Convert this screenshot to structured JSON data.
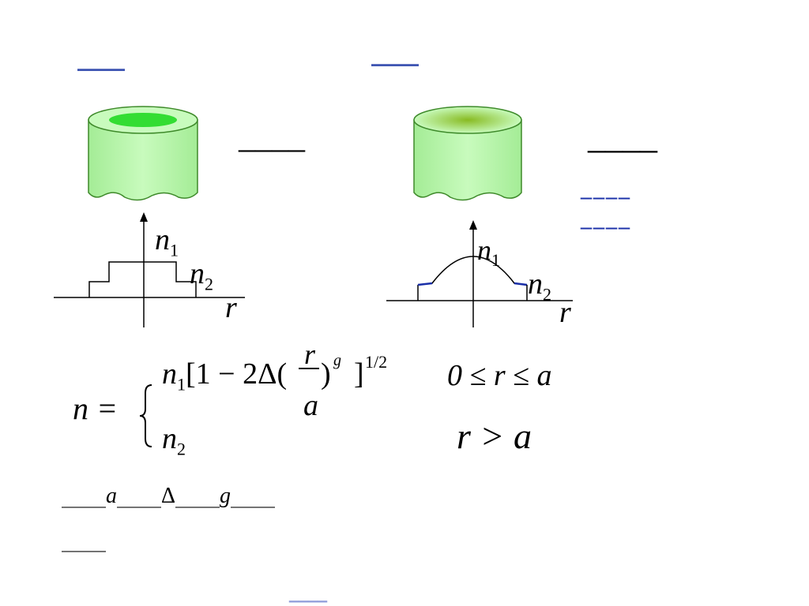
{
  "headings": {
    "step_index": "____",
    "graded_index": "____"
  },
  "step": {
    "g_label": "____",
    "n1": "n",
    "n1_sub": "1",
    "n2": "n",
    "n2_sub": "2",
    "r": "r"
  },
  "graded": {
    "g_label": "____",
    "note_line1": "____",
    "note_line2": "____",
    "n1": "n",
    "n1_sub": "1",
    "n2": "n",
    "n2_sub": "2",
    "r": "r"
  },
  "formula": {
    "lhs": "n =",
    "case1_n": "n",
    "case1_sub": "1",
    "case1_bracket": "[1 − 2Δ(",
    "case1_frac_num": "r",
    "case1_frac_den": "a",
    "case1_close": ")",
    "case1_sup_g": "g",
    "case1_bracket_close": "]",
    "case1_exp": "1/2",
    "case1_cond": "0 ≤ r ≤ a",
    "case2_n": "n",
    "case2_sub": "2",
    "case2_cond": "r > a"
  },
  "description": {
    "line1_a": "____",
    "line1_a_sym": "a",
    "line1_b": "____",
    "line1_delta": "Δ",
    "line1_c": "____",
    "line1_g_sym": "g",
    "line1_d": "____",
    "line2": "____"
  },
  "footer_link": "____",
  "colors": {
    "heading_blue": "#3f56b3",
    "note_blue": "#1a2fa8",
    "fiber_fill": "#b5f5a8",
    "fiber_stroke": "#3e8a2a",
    "core_step": "#33dd33",
    "core_graded": "#77bb22",
    "link_blue": "#8d9bd9"
  }
}
